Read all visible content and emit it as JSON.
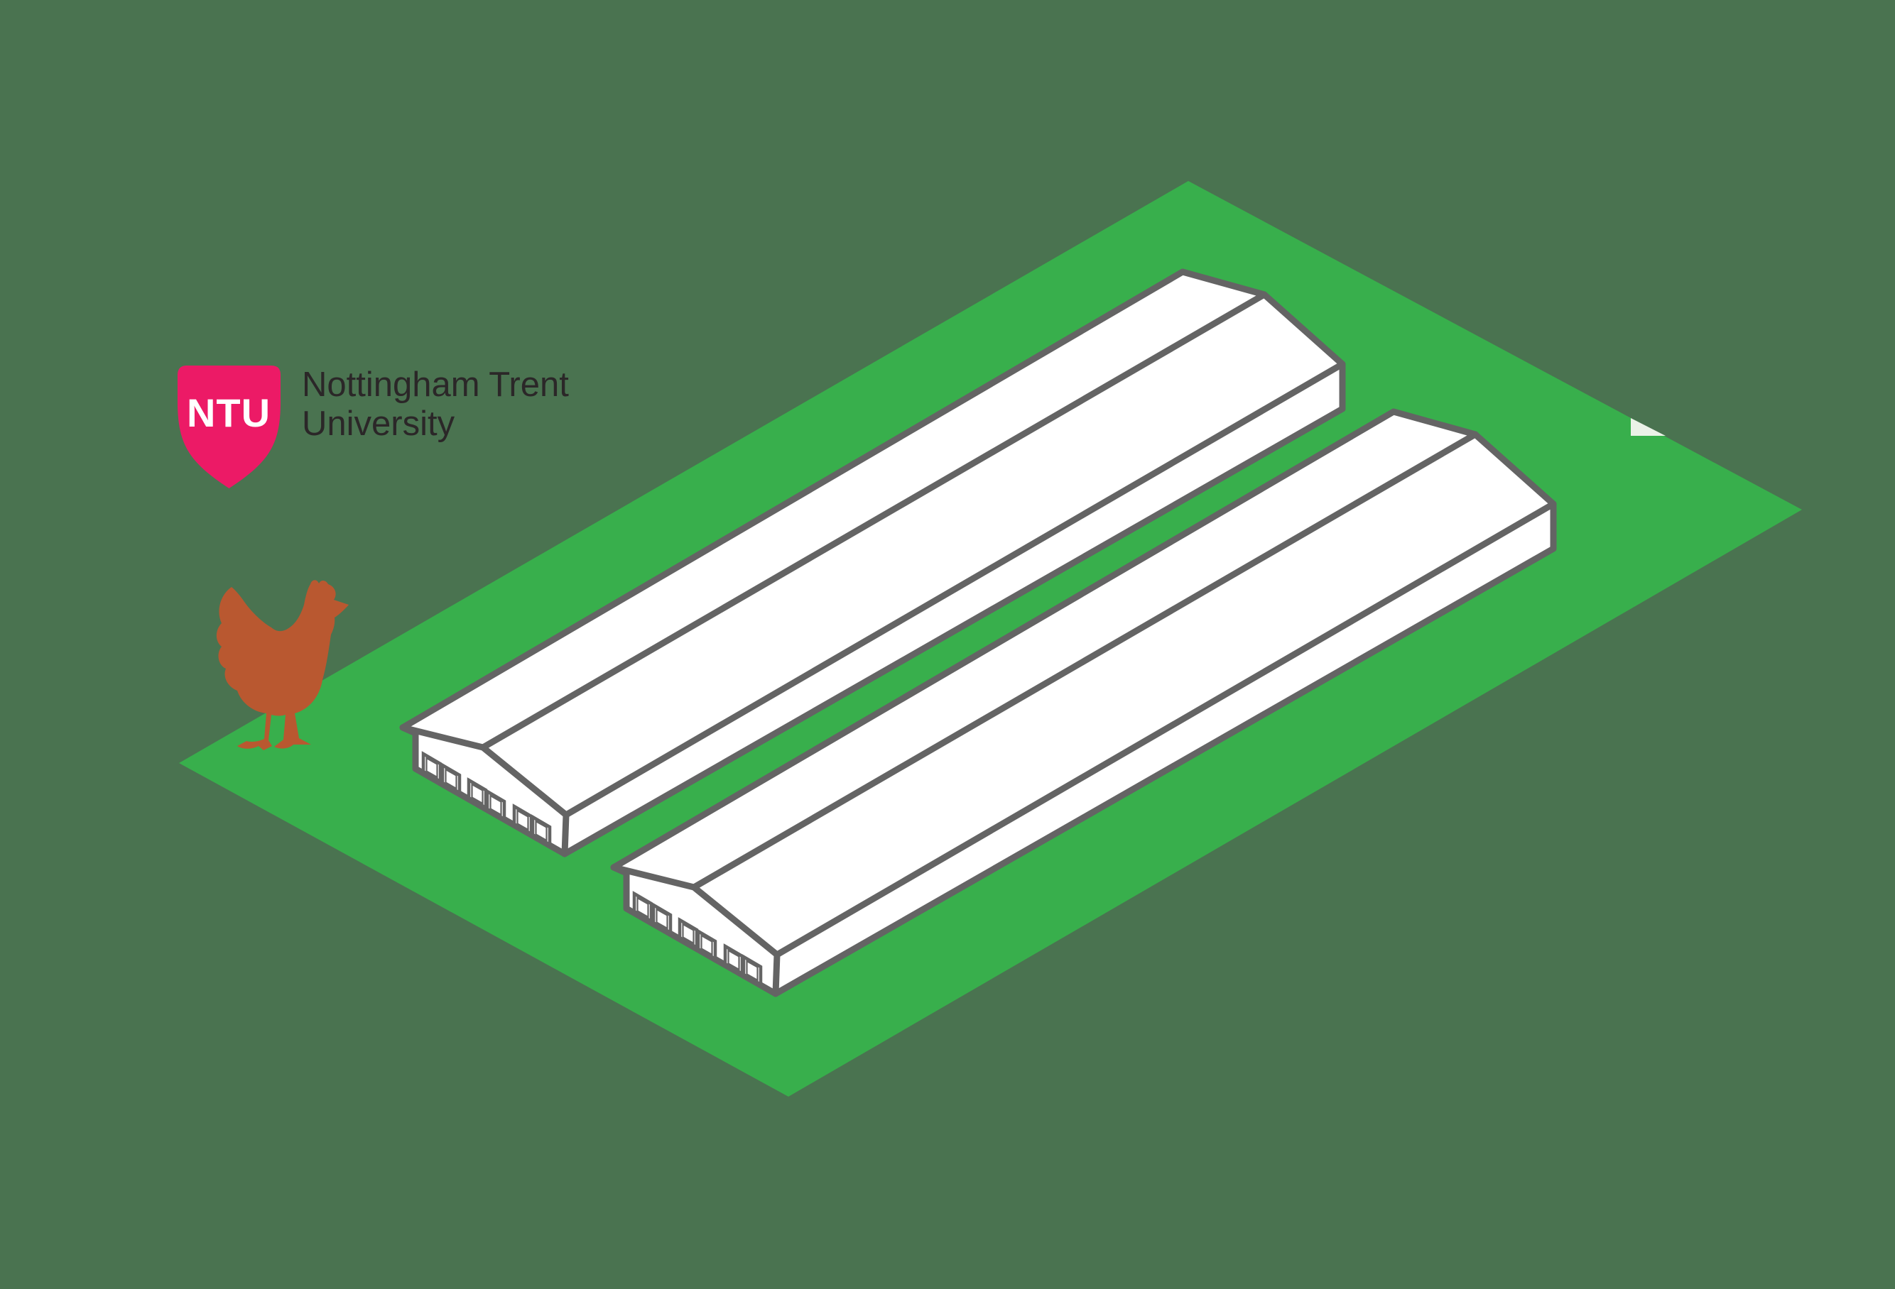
{
  "logo": {
    "shield_text": "NTU",
    "institution_line1": "Nottingham Trent",
    "institution_line2": "University"
  },
  "scene": {
    "barn_count": 2,
    "window_pairs_per_barn": 3
  },
  "colors": {
    "background": "#4A7350",
    "field_green": "#38AF4C",
    "barn_white": "#FFFFFF",
    "line_gray": "#646464",
    "chicken_orange": "#B95830",
    "ntu_pink": "#EC1A66",
    "ntu_text_white": "#FFFFFF",
    "wordmark_dark": "#2B2728",
    "notch_white": "#EBF2E8"
  }
}
